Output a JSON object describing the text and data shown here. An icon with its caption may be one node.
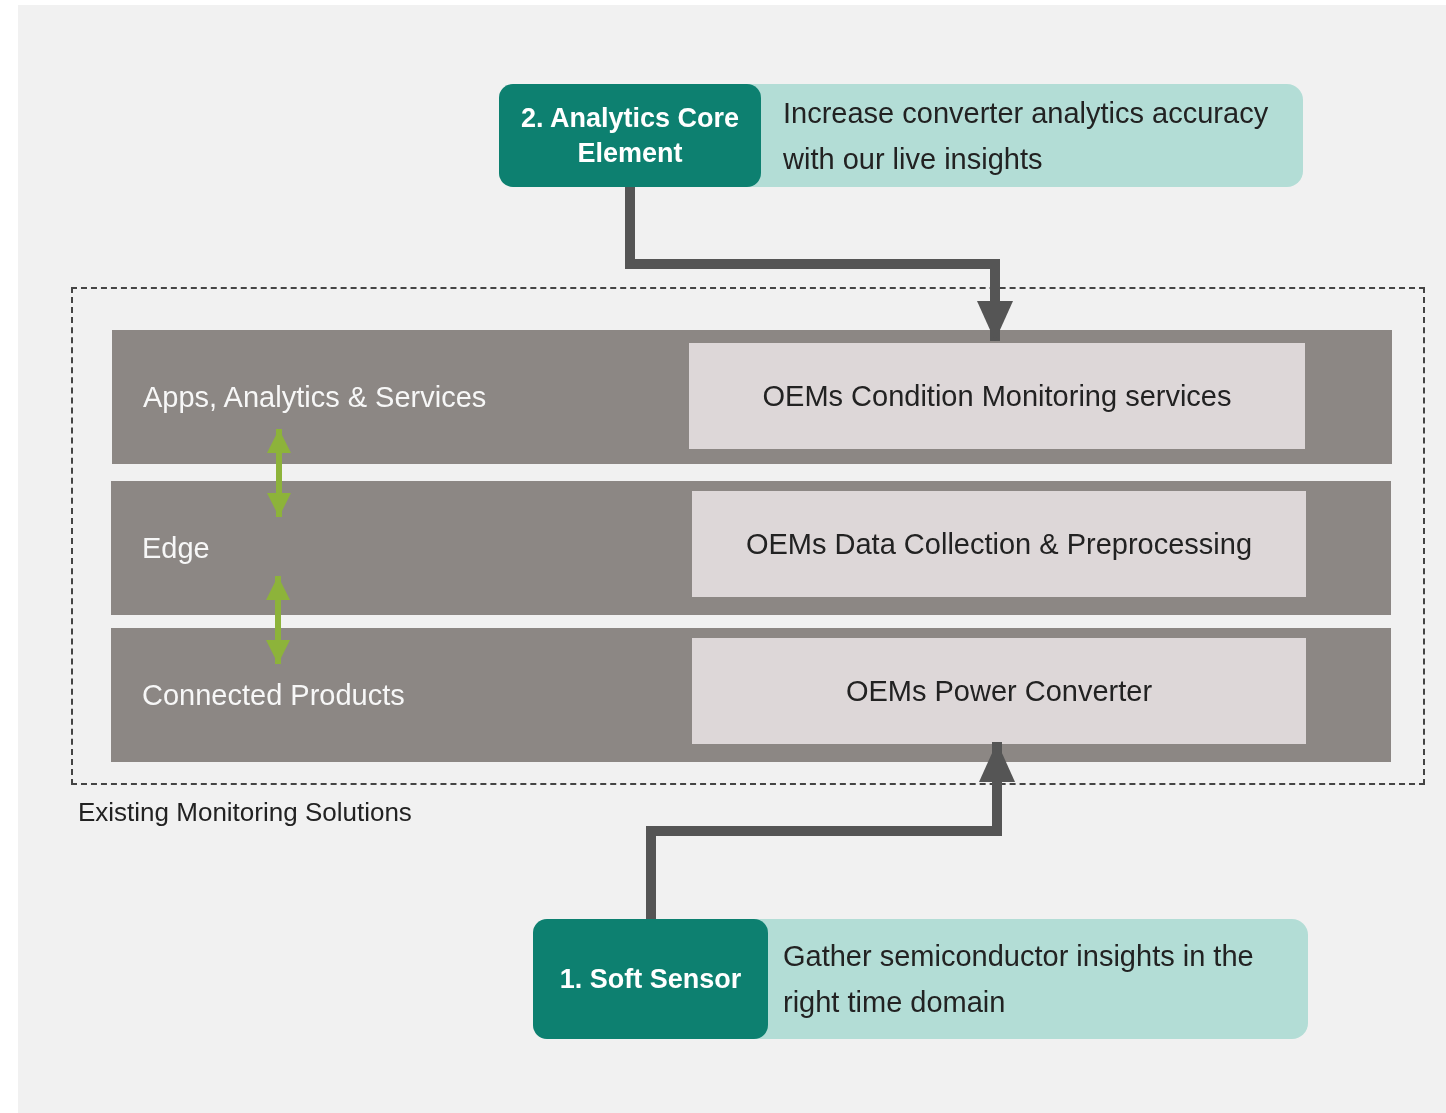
{
  "diagram": {
    "nodes": [
      {
        "text": [
          "Increase converter analytics accuracy with our live insights"
        ]
      },
      {
        "text": [
          "2. Analytics Core Element"
        ],
        "in": 0
      },
      {
        "text": [
          "Existing Monitoring Solutions"
        ]
      },
      {
        "text": [
          "Apps, Analytics & Services"
        ],
        "in": 2
      },
      {
        "text": [
          "OEMs Condition Monitoring services"
        ],
        "in": 3
      },
      {
        "text": [
          "Edge"
        ],
        "in": 2
      },
      {
        "text": [
          "OEMs Data Collection & Preprocessing"
        ],
        "in": 5
      },
      {
        "text": [
          "Connected Products"
        ],
        "in": 2
      },
      {
        "text": [
          "OEMs Power Converter"
        ],
        "in": 7
      },
      {
        "text": [
          "Gather semiconductor insights in the right time domain"
        ]
      },
      {
        "text": [
          "1. Soft Sensor"
        ],
        "in": 9
      }
    ],
    "edges": [
      {
        "from": 1,
        "to": 4,
        "arrow": "to"
      },
      {
        "from": 3,
        "to": 5,
        "arrow": "both",
        "color": "#8db33a"
      },
      {
        "from": 5,
        "to": 7,
        "arrow": "both",
        "color": "#8db33a"
      },
      {
        "from": 10,
        "to": 8,
        "arrow": "to"
      }
    ]
  }
}
